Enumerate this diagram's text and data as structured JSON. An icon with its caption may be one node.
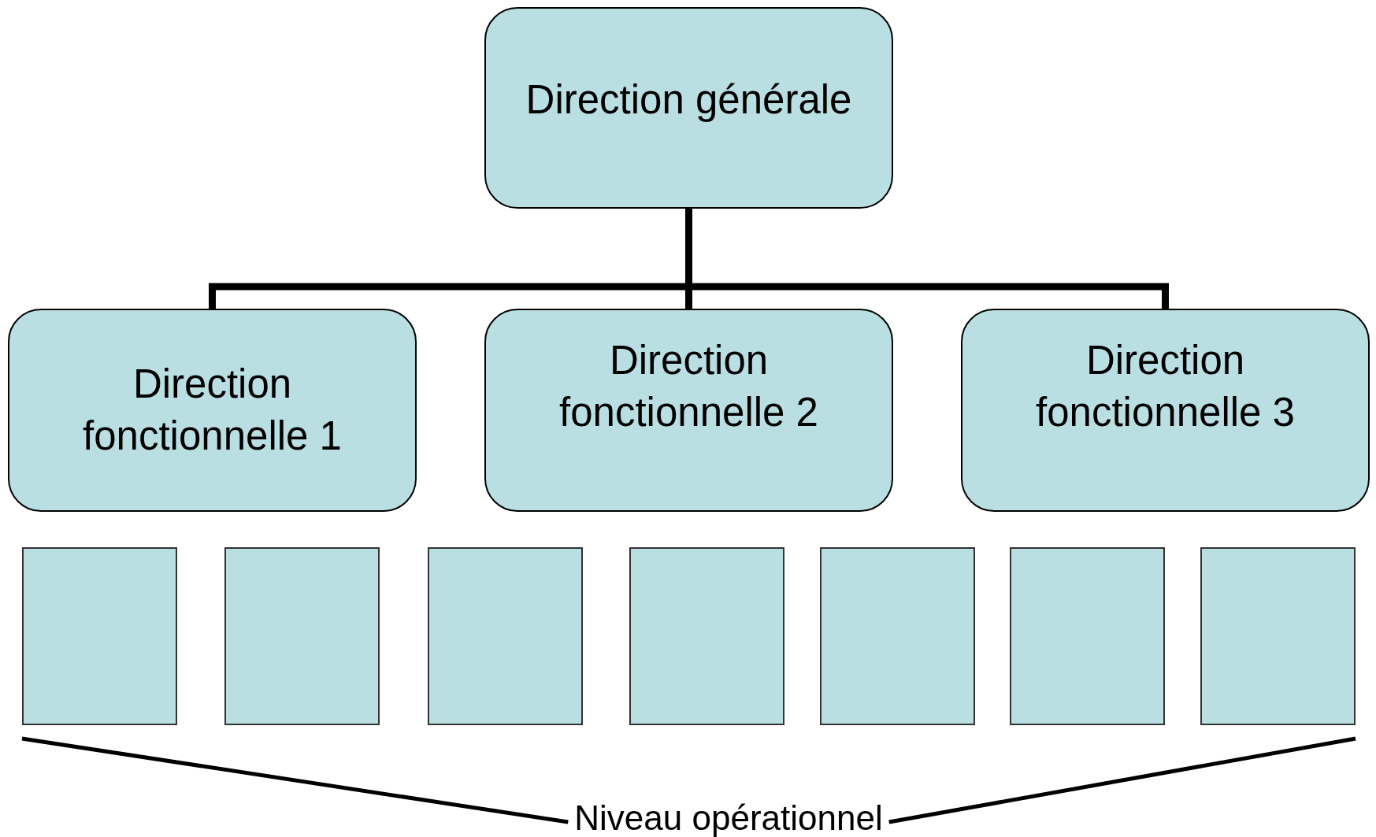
{
  "diagram": {
    "nodes": [
      {
        "text": [
          "Direction générale"
        ]
      },
      {
        "text": [
          "Direction fonctionnelle 1"
        ]
      },
      {
        "text": [
          "Direction fonctionnelle 2"
        ]
      },
      {
        "text": [
          "Direction fonctionnelle 3"
        ]
      },
      {
        "text": [],
        "shape": "box"
      },
      {
        "text": [],
        "shape": "box"
      },
      {
        "text": [],
        "shape": "box"
      },
      {
        "text": [],
        "shape": "box"
      },
      {
        "text": [],
        "shape": "box"
      },
      {
        "text": [],
        "shape": "box"
      },
      {
        "text": [],
        "shape": "box"
      }
    ],
    "edges": [
      {
        "from": 0,
        "to": 1,
        "arrow": "none"
      },
      {
        "from": 0,
        "to": 2,
        "arrow": "none"
      },
      {
        "from": 0,
        "to": 3,
        "arrow": "none"
      }
    ],
    "labels": [
      "Niveau opérationnel"
    ]
  }
}
